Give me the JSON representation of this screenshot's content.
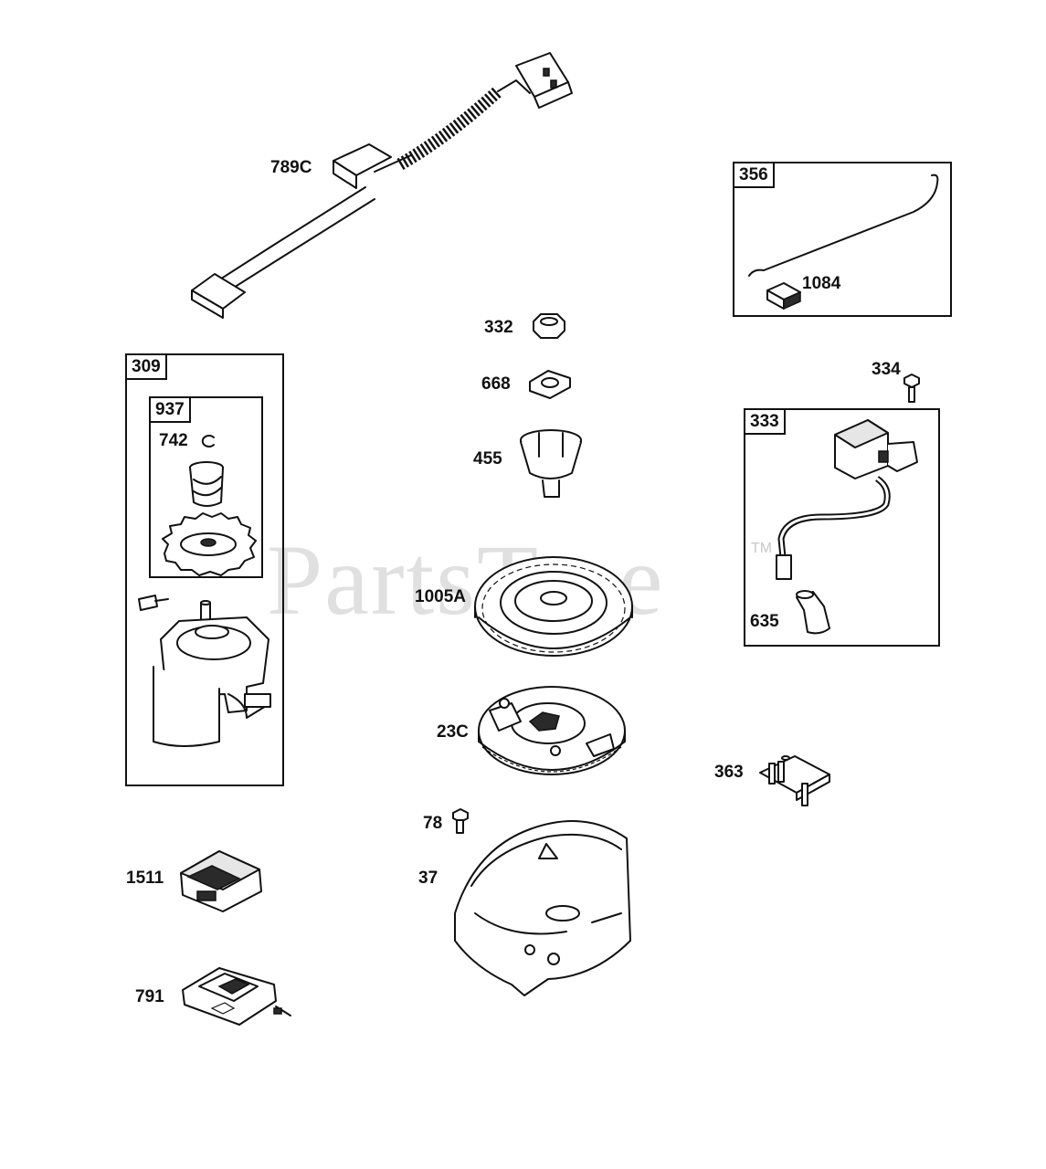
{
  "watermark": {
    "text": "PartsTree",
    "trademark": "TM"
  },
  "group_boxes": [
    {
      "id": "356",
      "label": "356"
    },
    {
      "id": "309",
      "label": "309"
    },
    {
      "id": "937",
      "label": "937"
    },
    {
      "id": "333",
      "label": "333"
    }
  ],
  "part_labels": {
    "p789C": "789C",
    "p1084": "1084",
    "p332": "332",
    "p668": "668",
    "p455": "455",
    "p742": "742",
    "p334": "334",
    "p1005A": "1005A",
    "p635": "635",
    "p23C": "23C",
    "p363": "363",
    "p78": "78",
    "p37": "37",
    "p1511": "1511",
    "p791": "791"
  },
  "colors": {
    "line": "#111111",
    "watermark": "#c8c8c8",
    "background": "#ffffff"
  }
}
